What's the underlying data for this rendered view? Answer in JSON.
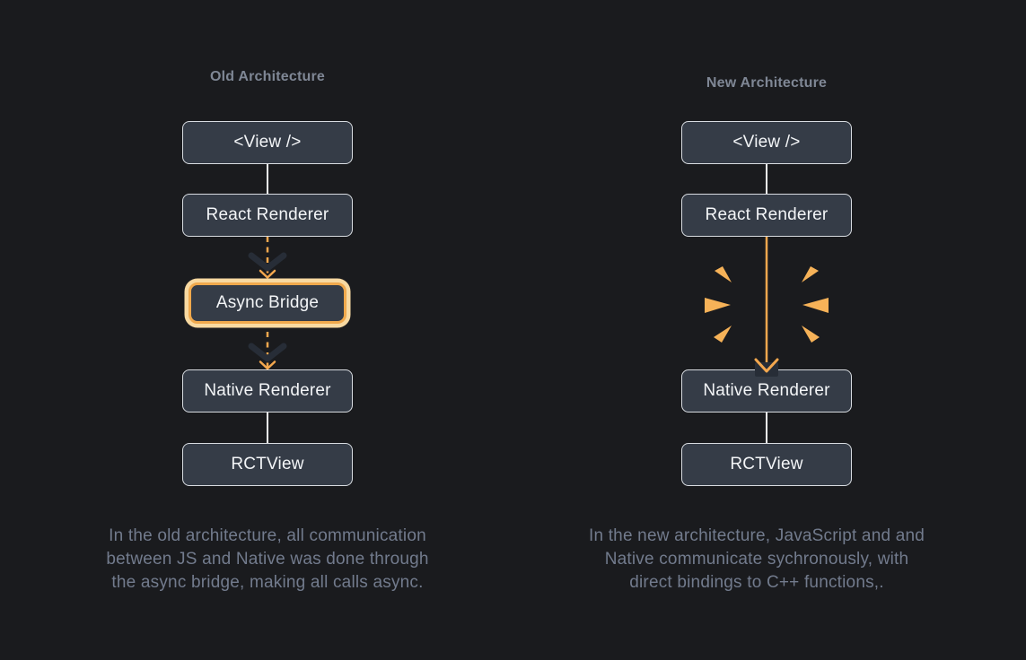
{
  "colors": {
    "background": "#1A1B1E",
    "node-fill": "#353C47",
    "node-border": "#D8DCE1",
    "node-text": "#F3F5F7",
    "title-text": "#7F8795",
    "caption-text": "#727B8D",
    "accent-orange": "#F3A74E",
    "accent-orange-light": "#F6B258",
    "glow-outer": "#F8D9A1",
    "glow-ring": "#F0A94D",
    "arrowhead-dark": "#272D37",
    "connector-white": "#F4F6F8"
  },
  "old": {
    "title": "Old Architecture",
    "nodes": {
      "view": "<View />",
      "react": "React Renderer",
      "bridge": "Async Bridge",
      "native": "Native Renderer",
      "rct": "RCTView"
    },
    "caption_lines": [
      "In the old architecture, all communication",
      "between JS and Native was done through",
      "the async bridge, making all calls async."
    ]
  },
  "new": {
    "title": "New Architecture",
    "nodes": {
      "view": "<View />",
      "react": "React Renderer",
      "native": "Native Renderer",
      "rct": "RCTView"
    },
    "caption_lines": [
      "In the new architecture, JavaScript and and",
      "Native communicate sychronously, with",
      "direct bindings to C++ functions,."
    ]
  }
}
